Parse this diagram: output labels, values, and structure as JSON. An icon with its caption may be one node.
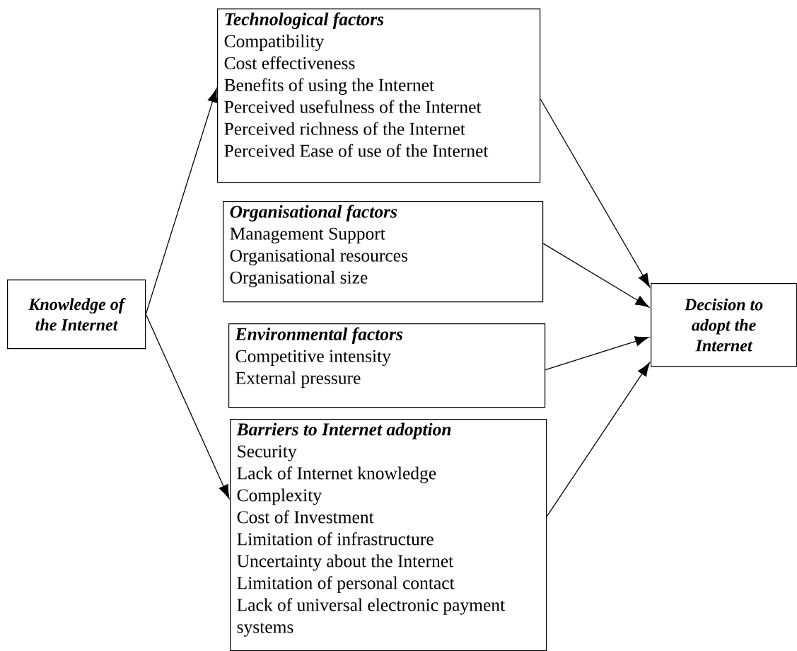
{
  "diagram": {
    "nodes": [
      {
        "text": [
          "Knowledge of the Internet"
        ]
      },
      {
        "text": [
          "Technological factors",
          "Compatibility",
          "Cost effectiveness",
          "Benefits of using the Internet",
          "Perceived usefulness of the Internet",
          "Perceived richness of the Internet",
          "Perceived Ease of use of the Internet"
        ]
      },
      {
        "text": [
          "Organisational factors",
          "Management Support",
          "Organisational resources",
          "Organisational size"
        ]
      },
      {
        "text": [
          "Environmental factors",
          "Competitive intensity",
          "External pressure"
        ]
      },
      {
        "text": [
          "Barriers to Internet adoption",
          "Security",
          "Lack of Internet knowledge",
          "Complexity",
          "Cost of Investment",
          "Limitation of infrastructure",
          "Uncertainty about the Internet",
          "Limitation of personal contact",
          "Lack of universal electronic payment systems"
        ]
      },
      {
        "text": [
          "Decision to adopt the Internet"
        ]
      }
    ],
    "edges": [
      {
        "from": 0,
        "to": 1,
        "arrow": "to"
      },
      {
        "from": 0,
        "to": 4,
        "arrow": "to"
      },
      {
        "from": 1,
        "to": 5,
        "arrow": "to"
      },
      {
        "from": 2,
        "to": 5,
        "arrow": "to"
      },
      {
        "from": 3,
        "to": 5,
        "arrow": "to"
      },
      {
        "from": 4,
        "to": 5,
        "arrow": "to"
      }
    ]
  }
}
